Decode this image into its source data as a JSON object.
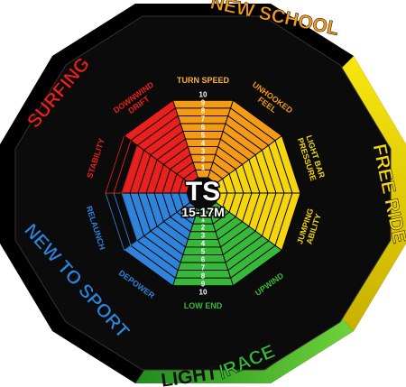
{
  "center": {
    "title": "TS",
    "subtitle": "15-17M"
  },
  "scale_labels": [
    "1",
    "2",
    "3",
    "4",
    "5",
    "6",
    "7",
    "8",
    "9",
    "10"
  ],
  "colors": {
    "orange": "#f39a16",
    "yellow": "#f4d50e",
    "green": "#38b83a",
    "blue": "#2f83d9",
    "red": "#e8201e",
    "frame": "#000000",
    "band_outer": "#111111"
  },
  "segments": [
    {
      "label": "TURN SPEED",
      "color": "orange",
      "label_color": "#f6b23a",
      "value": 10
    },
    {
      "label": "UNHOOKED FEEL",
      "color": "orange",
      "label_color": "#f39a16",
      "value": 10
    },
    {
      "label": "LIGHT BAR PRESSURE",
      "color": "yellow",
      "label_color": "#f4d50e",
      "value": 10
    },
    {
      "label": "JUMPING ABILITY",
      "color": "yellow",
      "label_color": "#f4d50e",
      "value": 10
    },
    {
      "label": "UPWIND",
      "color": "green",
      "label_color": "#38b83a",
      "value": 10
    },
    {
      "label": "LOW END",
      "color": "green",
      "label_color": "#38b83a",
      "value": 10
    },
    {
      "label": "DEPOWER",
      "color": "blue",
      "label_color": "#2f83d9",
      "value": 10
    },
    {
      "label": "RELAUNCH",
      "color": "blue",
      "label_color": "#2f83d9",
      "value": 8
    },
    {
      "label": "STABILITY",
      "color": "red",
      "label_color": "#e8201e",
      "value": 8
    },
    {
      "label": "DOWNWIND DRIFT",
      "color": "red",
      "label_color": "#e8201e",
      "value": 10
    }
  ],
  "categories": [
    {
      "label": "NEW SCHOOL",
      "color": "#f39a16"
    },
    {
      "label": "FREE RIDE",
      "color": "#f4d50e"
    },
    {
      "label": "LIGHT",
      "color": "#111111"
    },
    {
      "label": "/RACE",
      "color": "#38b83a"
    },
    {
      "label": "NEW TO SPORT",
      "color": "#2f83d9"
    },
    {
      "label": "SURFING",
      "color": "#e8201e"
    }
  ]
}
